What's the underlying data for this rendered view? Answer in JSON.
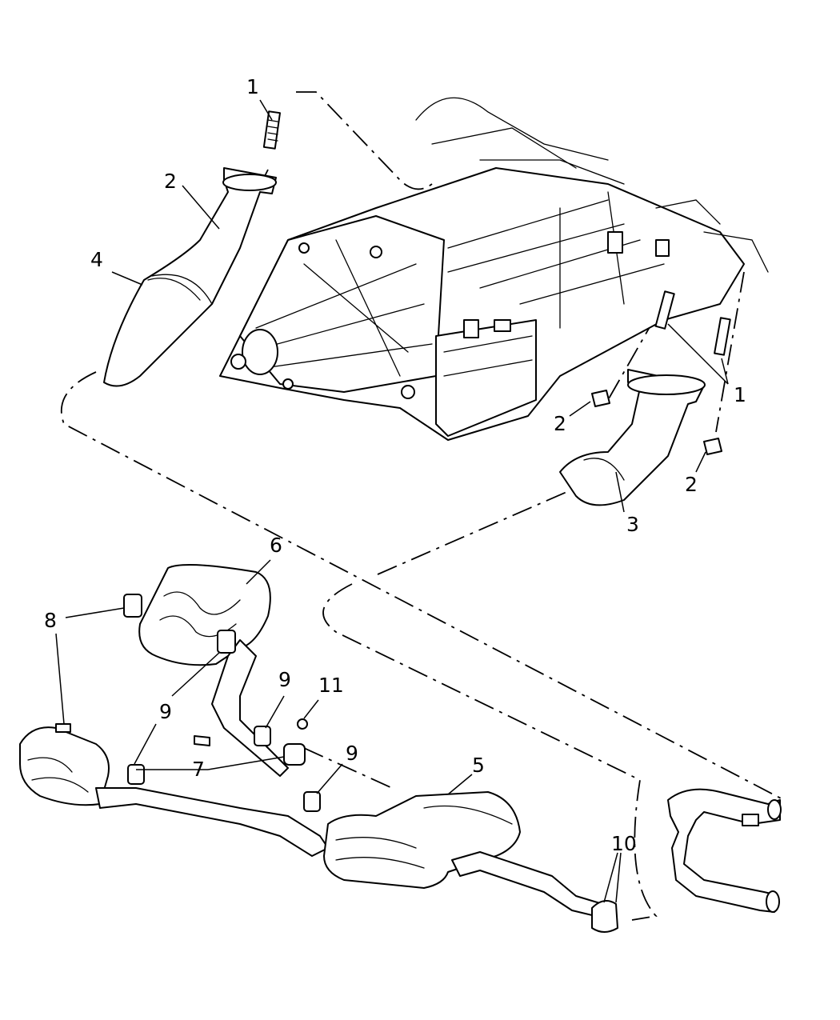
{
  "diagram": {
    "callouts": {
      "c1_top": "1",
      "c1_right": "1",
      "c2_top": "2",
      "c2_mid": "2",
      "c2_right": "2",
      "c3": "3",
      "c4": "4",
      "c5": "5",
      "c6": "6",
      "c7": "7",
      "c8": "8",
      "c9_left": "9",
      "c9_mid": "9",
      "c9_low": "9",
      "c10": "10",
      "c11": "11"
    }
  }
}
